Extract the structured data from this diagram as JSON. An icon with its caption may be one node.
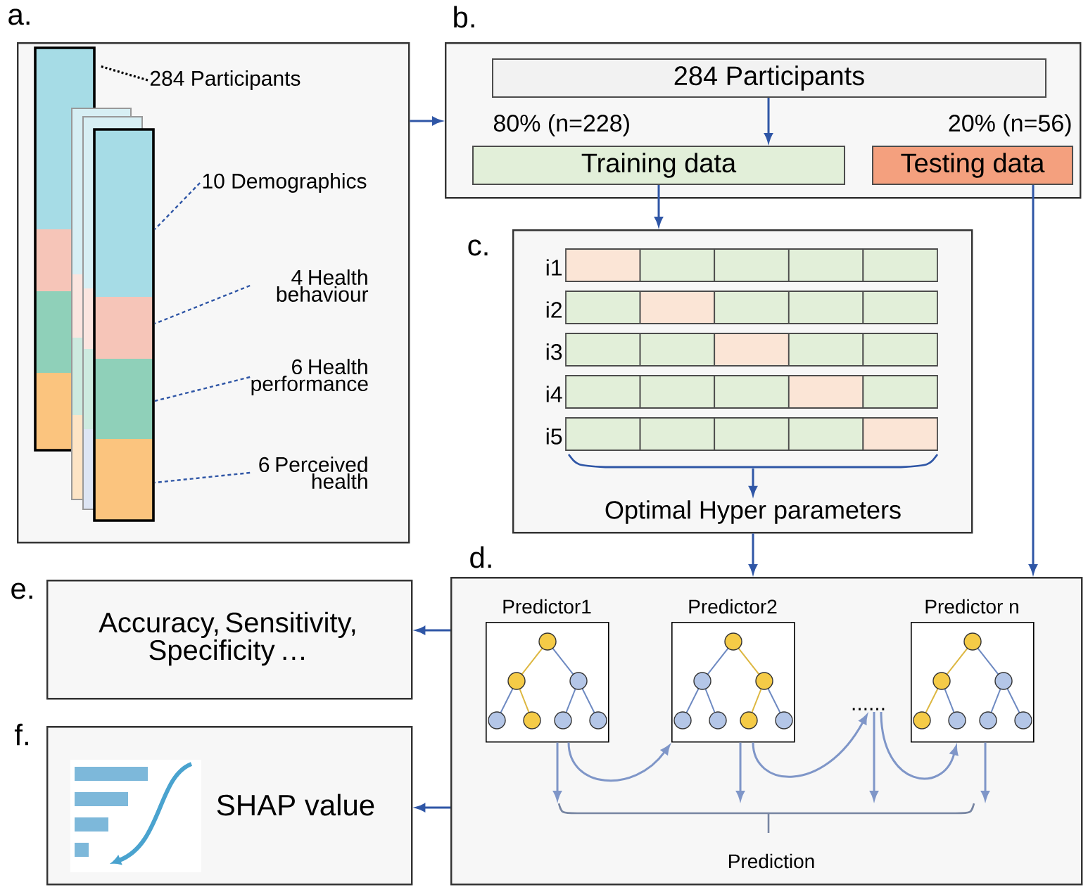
{
  "diagram": {
    "nodes": [
      {
        "text": [
          "a."
        ]
      },
      {
        "text": [
          "284 Participants"
        ],
        "in": 0
      },
      {
        "text": [
          "10 Demographics"
        ],
        "in": 0
      },
      {
        "text": [
          "4 Health behaviour"
        ],
        "in": 0
      },
      {
        "text": [
          "6 Health performance"
        ],
        "in": 0
      },
      {
        "text": [
          "6 Perceived health"
        ],
        "in": 0
      },
      {
        "text": [
          "b."
        ]
      },
      {
        "text": [
          "284 Participants"
        ],
        "in": 6
      },
      {
        "text": [
          "Training data"
        ],
        "in": 6,
        "beside": [
          "80% (n=228)"
        ]
      },
      {
        "text": [
          "Testing data"
        ],
        "in": 6,
        "beside": [
          "20% (n=56)"
        ]
      },
      {
        "text": [
          "c."
        ]
      },
      {
        "text": [
          "Optimal Hyper parameters"
        ],
        "in": 10
      },
      {
        "text": [
          "d.",
          "Prediction"
        ]
      },
      {
        "text": [
          "Predictor1"
        ],
        "in": 12
      },
      {
        "text": [
          "Predictor2"
        ],
        "in": 12
      },
      {
        "text": [
          "......"
        ],
        "in": 12
      },
      {
        "text": [
          "Predictor n"
        ],
        "in": 12
      },
      {
        "text": [
          "e.",
          "Accuracy, Sensitivity, Specificity …"
        ]
      },
      {
        "text": [
          "f.",
          "SHAP value"
        ]
      },
      {
        "text": [],
        "shape": "bracket",
        "in": 12
      }
    ],
    "edges": [
      {
        "from": 0,
        "to": 6,
        "arrow": "to"
      },
      {
        "from": 1,
        "to": null,
        "arrow": "none",
        "style": "dashed",
        "color": "#000000"
      },
      {
        "from": 2,
        "to": null,
        "arrow": "none",
        "style": "dashed"
      },
      {
        "from": 3,
        "to": null,
        "arrow": "none",
        "style": "dashed"
      },
      {
        "from": 4,
        "to": null,
        "arrow": "none",
        "style": "dashed"
      },
      {
        "from": 5,
        "to": null,
        "arrow": "none",
        "style": "dashed"
      },
      {
        "from": 7,
        "to": 8,
        "arrow": "to"
      },
      {
        "from": 8,
        "to": 10,
        "arrow": "to"
      },
      {
        "from": 9,
        "to": 12,
        "arrow": "to"
      },
      {
        "from": 10,
        "to": 12,
        "arrow": "to"
      },
      {
        "from": null,
        "to": 11,
        "arrow": "to"
      },
      {
        "from": 12,
        "to": 17,
        "arrow": "to"
      },
      {
        "from": 12,
        "to": 18,
        "arrow": "to"
      },
      {
        "from": 13,
        "to": 14,
        "arrow": "to",
        "color": "#7f96c8"
      },
      {
        "from": 14,
        "to": 15,
        "arrow": "to",
        "color": "#7f96c8"
      },
      {
        "from": 15,
        "to": 16,
        "arrow": "to",
        "color": "#7f96c8"
      },
      {
        "from": 13,
        "to": 19,
        "arrow": "to",
        "color": "#7f96c8"
      },
      {
        "from": 14,
        "to": 19,
        "arrow": "to",
        "color": "#7f96c8"
      },
      {
        "from": 15,
        "to": 19,
        "arrow": "to",
        "color": "#7f96c8"
      },
      {
        "from": 16,
        "to": 19,
        "arrow": "to",
        "color": "#7f96c8"
      }
    ],
    "labels": [
      "i1",
      "i2",
      "i3",
      "i4",
      "i5"
    ]
  }
}
